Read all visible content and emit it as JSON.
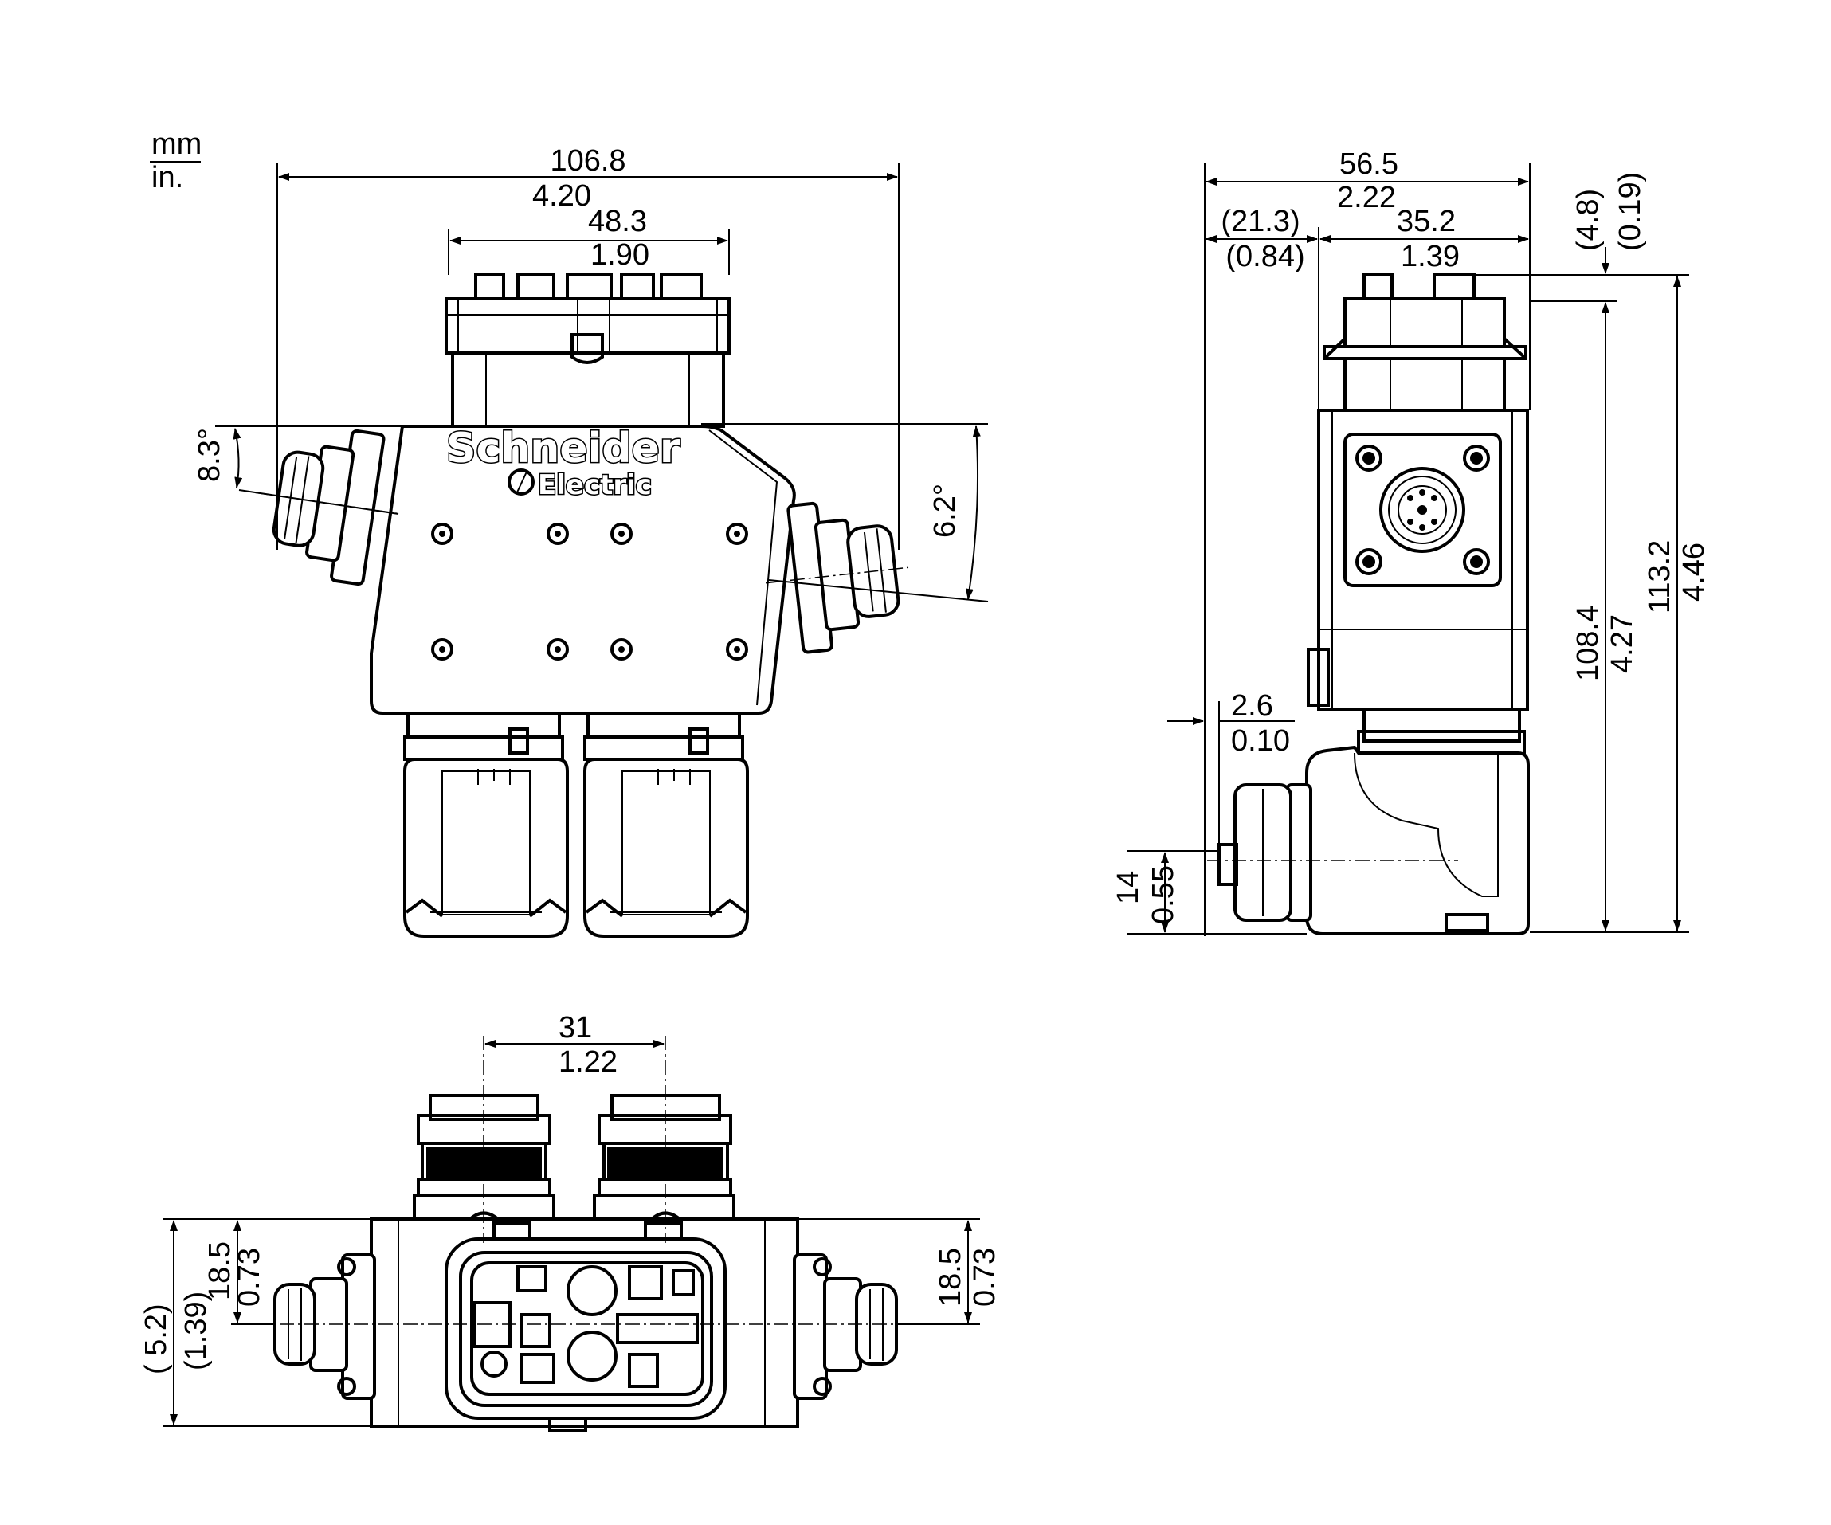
{
  "units": {
    "primary": "mm",
    "secondary": "in."
  },
  "brand": {
    "line1": "Schneider",
    "line2": "Electric"
  },
  "front_view": {
    "overall_width": {
      "mm": "106.8",
      "in": "4.20"
    },
    "top_width": {
      "mm": "48.3",
      "in": "1.90"
    },
    "left_angle": "8.3°",
    "right_angle": "6.2°"
  },
  "side_view": {
    "overall_width": {
      "mm": "56.5",
      "in": "2.22"
    },
    "left_offset": {
      "mm": "(21.3)",
      "in": "(0.84)"
    },
    "body_width": {
      "mm": "35.2",
      "in": "1.39"
    },
    "top_offset": {
      "mm": "(4.8)",
      "in": "(0.19)"
    },
    "overall_height": {
      "mm": "113.2",
      "in": "4.46"
    },
    "body_height": {
      "mm": "108.4",
      "in": "4.27"
    },
    "connector_offset": {
      "mm": "2.6",
      "in": "0.10"
    },
    "connector_height": {
      "mm": "14",
      "in": "0.55"
    }
  },
  "bottom_view": {
    "connector_spacing": {
      "mm": "31",
      "in": "1.22"
    },
    "left_offset": {
      "mm": "18.5",
      "in": "0.73"
    },
    "left_total": {
      "mm": "( 5.2)",
      "in": "(1.39)"
    },
    "right_offset": {
      "mm": "18.5",
      "in": "0.73"
    }
  }
}
